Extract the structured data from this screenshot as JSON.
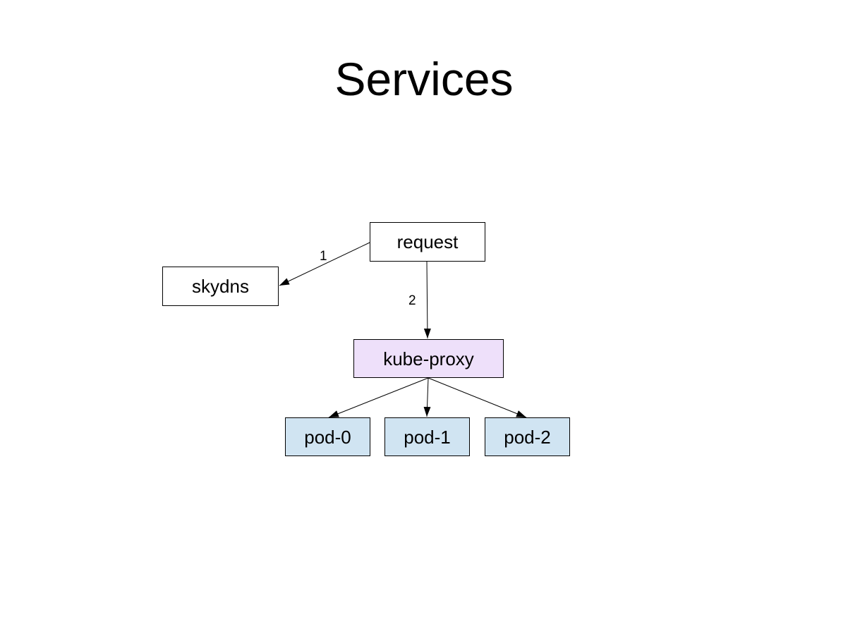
{
  "title": "Services",
  "nodes": {
    "request": "request",
    "skydns": "skydns",
    "kube_proxy": "kube-proxy",
    "pod_0": "pod-0",
    "pod_1": "pod-1",
    "pod_2": "pod-2"
  },
  "edge_labels": {
    "request_to_skydns": "1",
    "request_to_kube_proxy": "2"
  },
  "colors": {
    "default_fill": "#ffffff",
    "kube_proxy_fill": "#eee0fa",
    "pod_fill": "#d0e4f2",
    "stroke": "#000000"
  }
}
